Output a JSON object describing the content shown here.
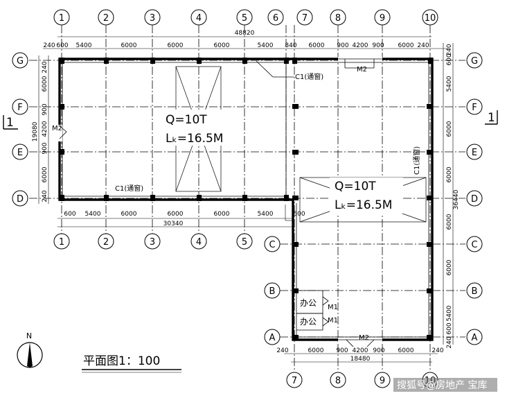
{
  "axes": {
    "top_cols": [
      "1",
      "2",
      "3",
      "4",
      "5",
      "6",
      "7",
      "8",
      "9",
      "10"
    ],
    "left_rows": [
      "G",
      "F",
      "E",
      "D"
    ],
    "right_rows": [
      "G",
      "F",
      "E",
      "D",
      "C",
      "B",
      "A"
    ],
    "mid_bottom_cols": [
      "1",
      "2",
      "3",
      "4",
      "5"
    ],
    "bottom_cols": [
      "7",
      "8",
      "9",
      "10"
    ],
    "lower_left_rows": [
      "C",
      "B",
      "A"
    ]
  },
  "dims": {
    "top_total": "48820",
    "top_row": [
      "240",
      "600",
      "5400",
      "6000",
      "6000",
      "6000",
      "5400",
      "840",
      "6000",
      "900",
      "4200",
      "900",
      "6000",
      "240"
    ],
    "mid_total": "30340",
    "mid_row": [
      "600",
      "5400",
      "6000",
      "6000",
      "6000",
      "5400",
      "600"
    ],
    "bottom_total": "18480",
    "bottom_row": [
      "240",
      "6000",
      "900",
      "4200",
      "900",
      "6000",
      "240"
    ],
    "left_total": "19080",
    "left_col": [
      "240",
      "6000",
      "900",
      "4200",
      "900",
      "6000",
      "240"
    ],
    "right_total": "36440",
    "right_col": [
      "240",
      "600",
      "5400",
      "6000",
      "6000",
      "6000",
      "6000",
      "5400",
      "600",
      "240"
    ]
  },
  "labels": {
    "crane1_q": "Q=10T",
    "crane1_lk": "Lₖ=16.5M",
    "crane2_q": "Q=10T",
    "crane2_lk": "Lₖ=16.5M",
    "c1_top": "C1(通窗)",
    "c1_mid": "C1(通窗)",
    "c1_right": "C1(通窗)",
    "m2_top": "M2",
    "m2_left": "M2",
    "m2_bottom": "M2",
    "office1": "办公",
    "office2": "办公",
    "m1_a": "M1",
    "m1_b": "M1",
    "section_left": "1",
    "section_right": "1",
    "north": "N",
    "title": "平面图1：100",
    "watermark": "搜狐号@房地产 宝库"
  }
}
